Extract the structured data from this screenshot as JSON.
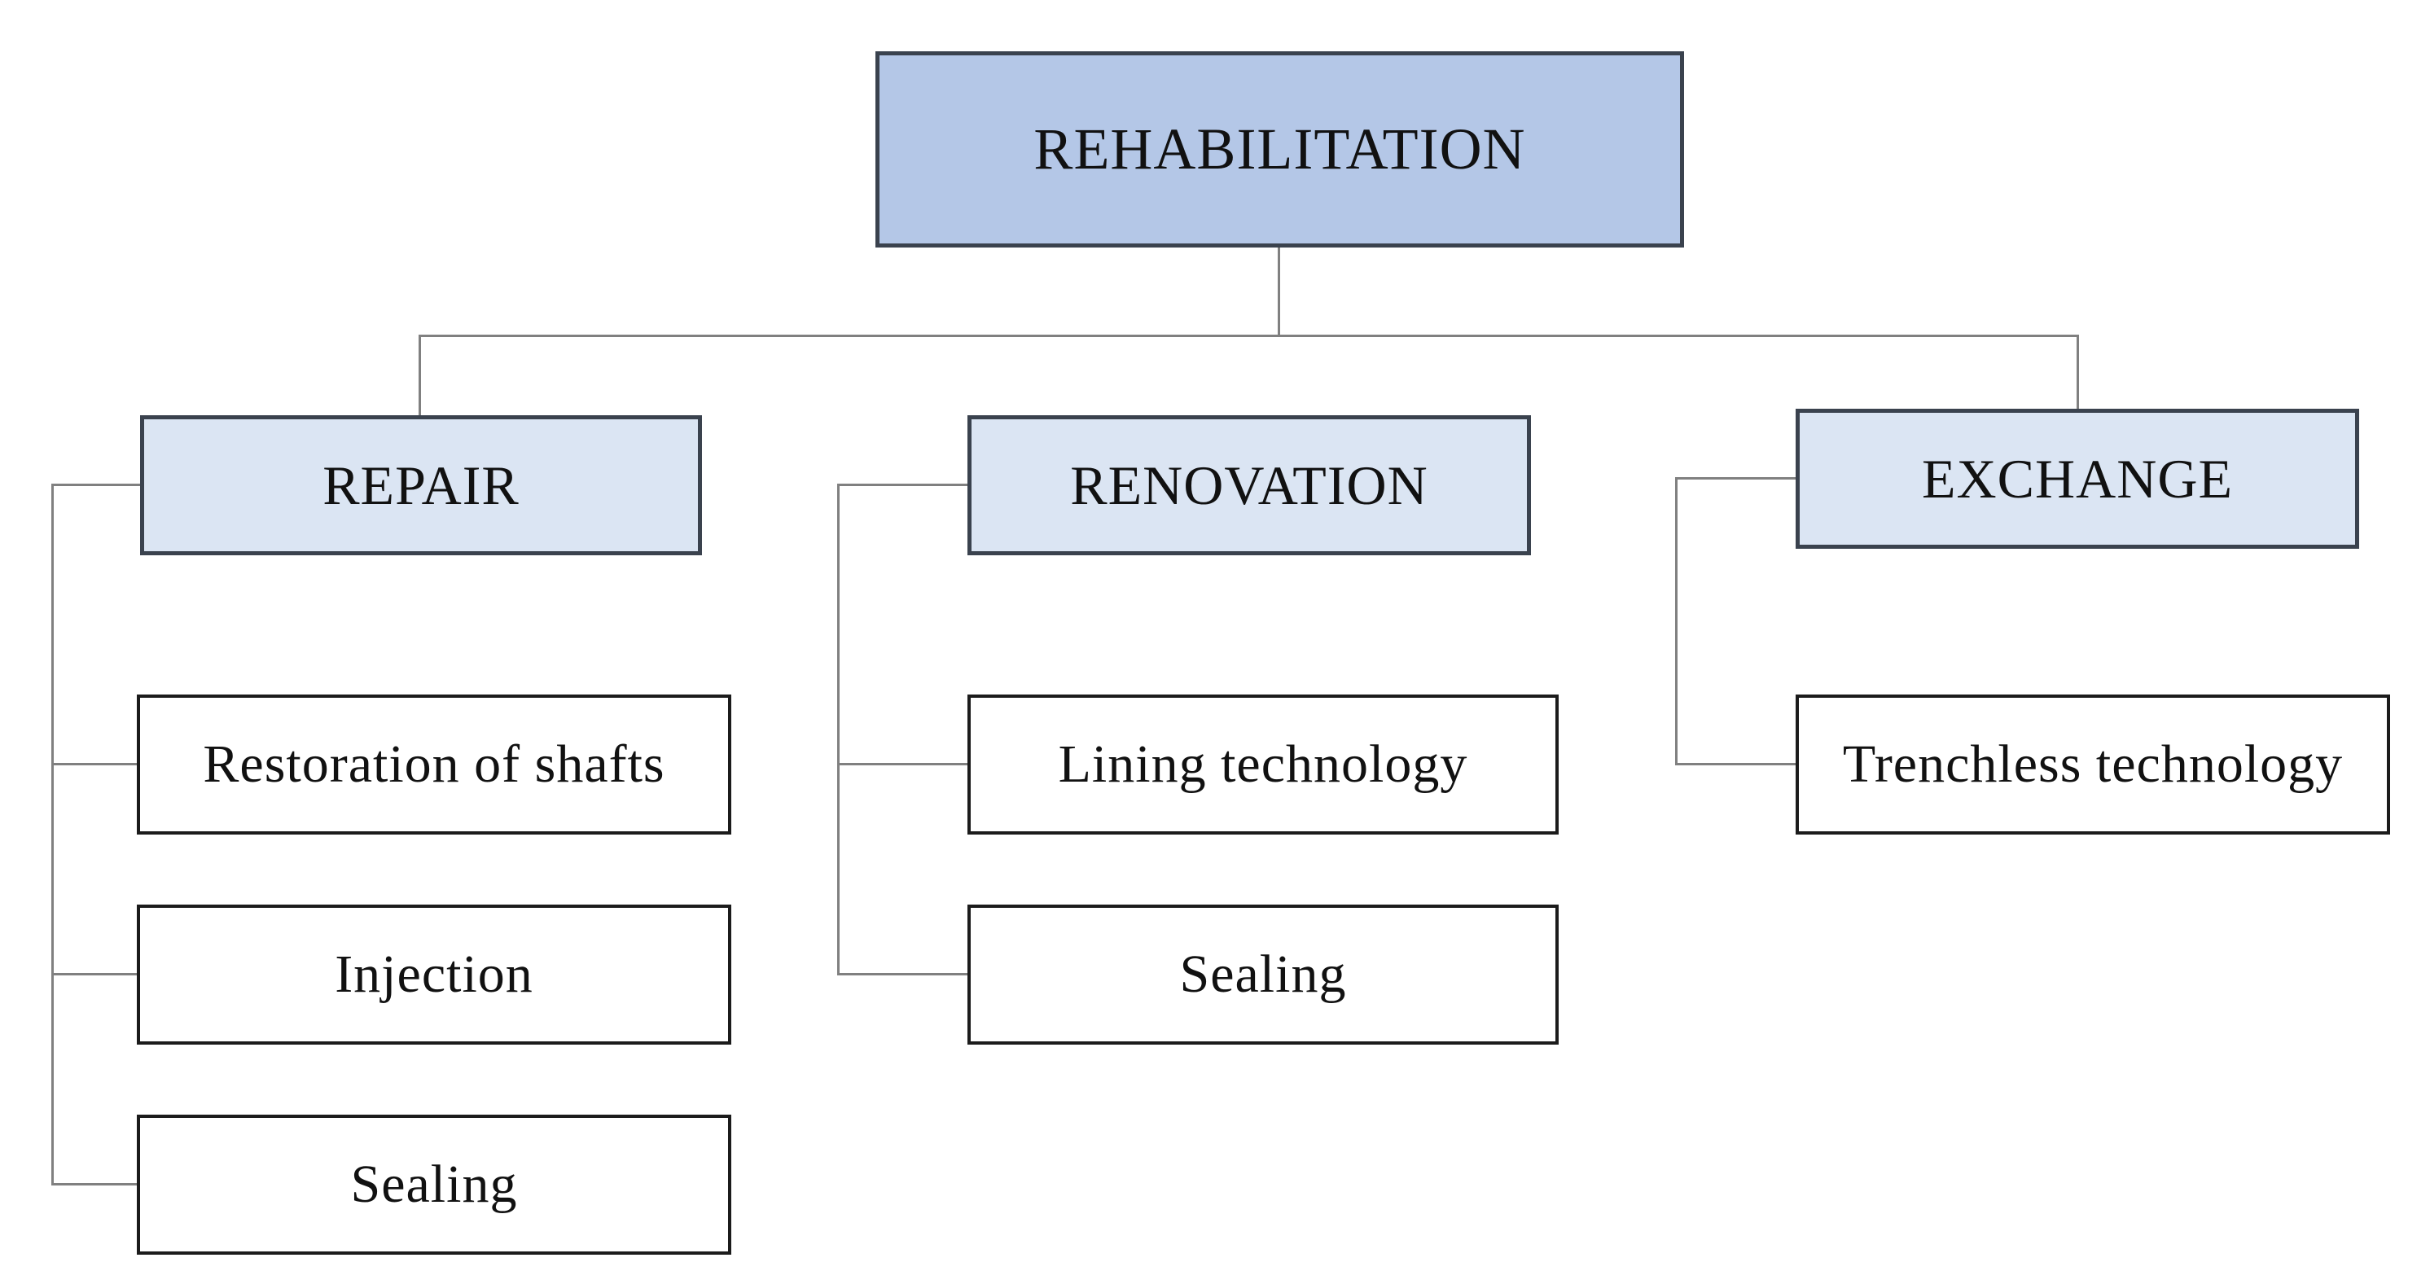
{
  "diagram": {
    "root": {
      "label": "REHABILITATION"
    },
    "branches": [
      {
        "label": "REPAIR",
        "children": [
          {
            "label": "Restoration of shafts"
          },
          {
            "label": "Injection"
          },
          {
            "label": "Sealing"
          }
        ]
      },
      {
        "label": "RENOVATION",
        "children": [
          {
            "label": "Lining technology"
          },
          {
            "label": "Sealing"
          }
        ]
      },
      {
        "label": "EXCHANGE",
        "children": [
          {
            "label": "Trenchless technology"
          }
        ]
      }
    ],
    "colors": {
      "background": "#ffffff",
      "root-fill": "#b4c7e7",
      "branch-fill": "#dbe5f3",
      "leaf-fill": "#ffffff",
      "box-border": "#3a424e",
      "leaf-border": "#1b1b1b",
      "connector": "#808080",
      "text": "#111111"
    }
  }
}
